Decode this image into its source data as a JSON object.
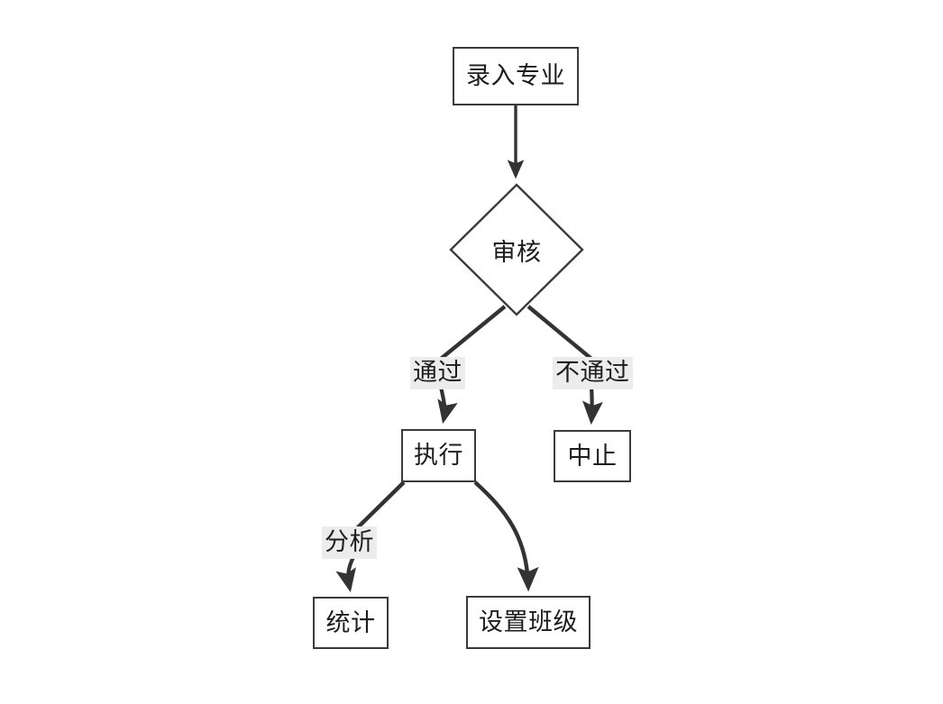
{
  "diagram": {
    "type": "flowchart",
    "title": "",
    "direction": "top-down",
    "colors": {
      "background": "#ffffff",
      "node_border": "#3b3b3b",
      "node_fill": "#ffffff",
      "edge": "#333333",
      "text": "#1d1d1d",
      "edge_label_background": "#ececec"
    },
    "nodes": [
      {
        "id": "enroll",
        "label": "录入专业",
        "shape": "rectangle"
      },
      {
        "id": "review",
        "label": "审核",
        "shape": "diamond"
      },
      {
        "id": "execute",
        "label": "执行",
        "shape": "rectangle"
      },
      {
        "id": "abort",
        "label": "中止",
        "shape": "rectangle"
      },
      {
        "id": "stats",
        "label": "统计",
        "shape": "rectangle"
      },
      {
        "id": "setclass",
        "label": "设置班级",
        "shape": "rectangle"
      }
    ],
    "edges": [
      {
        "from": "enroll",
        "to": "review",
        "label": ""
      },
      {
        "from": "review",
        "to": "execute",
        "label": "通过"
      },
      {
        "from": "review",
        "to": "abort",
        "label": "不通过"
      },
      {
        "from": "execute",
        "to": "stats",
        "label": "分析"
      },
      {
        "from": "execute",
        "to": "setclass",
        "label": ""
      }
    ],
    "edge_labels": {
      "pass": "通过",
      "fail": "不通过",
      "analyze": "分析"
    }
  }
}
